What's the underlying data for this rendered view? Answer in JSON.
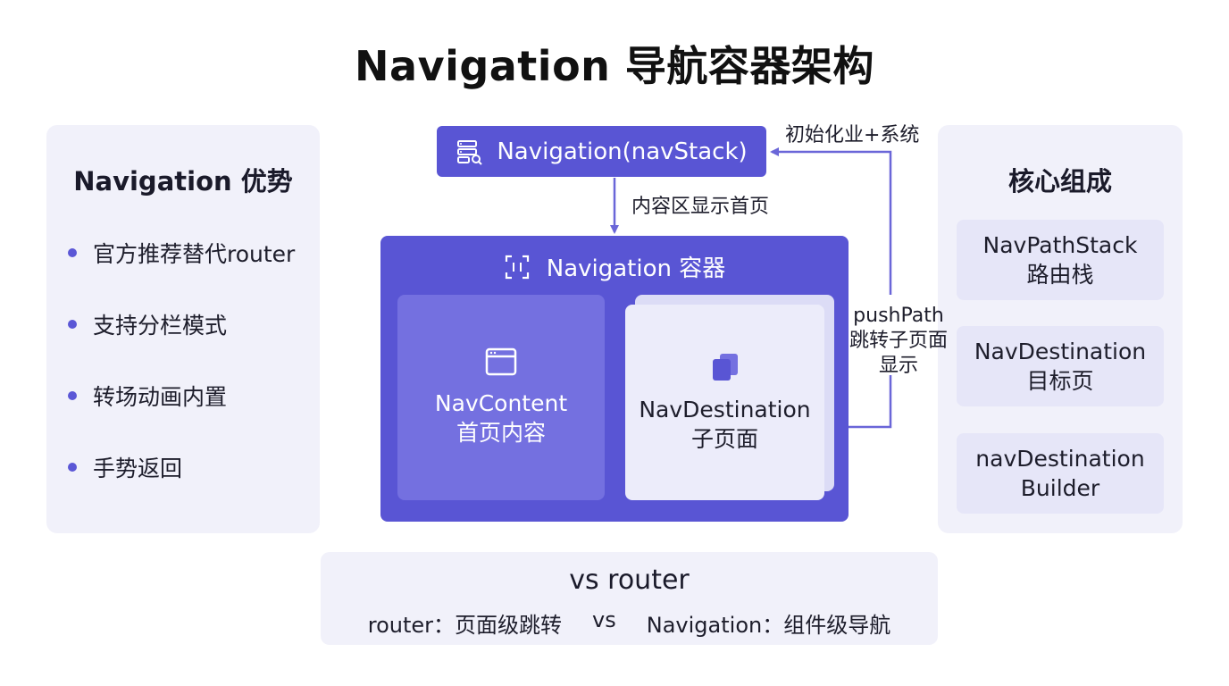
{
  "title": "Navigation 导航容器架构",
  "left_panel": {
    "title": "Navigation 优势",
    "items": [
      "官方推荐替代router",
      "支持分栏模式",
      "转场动画内置",
      "手势返回"
    ]
  },
  "right_panel": {
    "title": "核心组成",
    "boxes": [
      {
        "line1": "NavPathStack",
        "line2": "路由栈"
      },
      {
        "line1": "NavDestination",
        "line2": "目标页"
      },
      {
        "line1": "navDestination",
        "line2": "Builder"
      }
    ]
  },
  "diagram": {
    "nav_stack_label": "Navigation(navStack)",
    "container_label": "Navigation 容器",
    "nav_content": {
      "line1": "NavContent",
      "line2": "首页内容"
    },
    "nav_destination": {
      "line1": "NavDestination",
      "line2": "子页面"
    },
    "arrow_down_label": "内容区显示首页",
    "init_label": "初始化业+系统",
    "push_label": {
      "line1": "pushPath",
      "line2": "跳转子页面",
      "line3": "显示"
    }
  },
  "vs_panel": {
    "title": "vs router",
    "left": "router：页面级跳转",
    "mid": "vs",
    "right": "Navigation：组件级导航"
  },
  "colors": {
    "accent": "#5955d4",
    "card_light": "#7470e0",
    "arrow": "#6a66d8",
    "panel_bg": "#f1f1fa"
  }
}
